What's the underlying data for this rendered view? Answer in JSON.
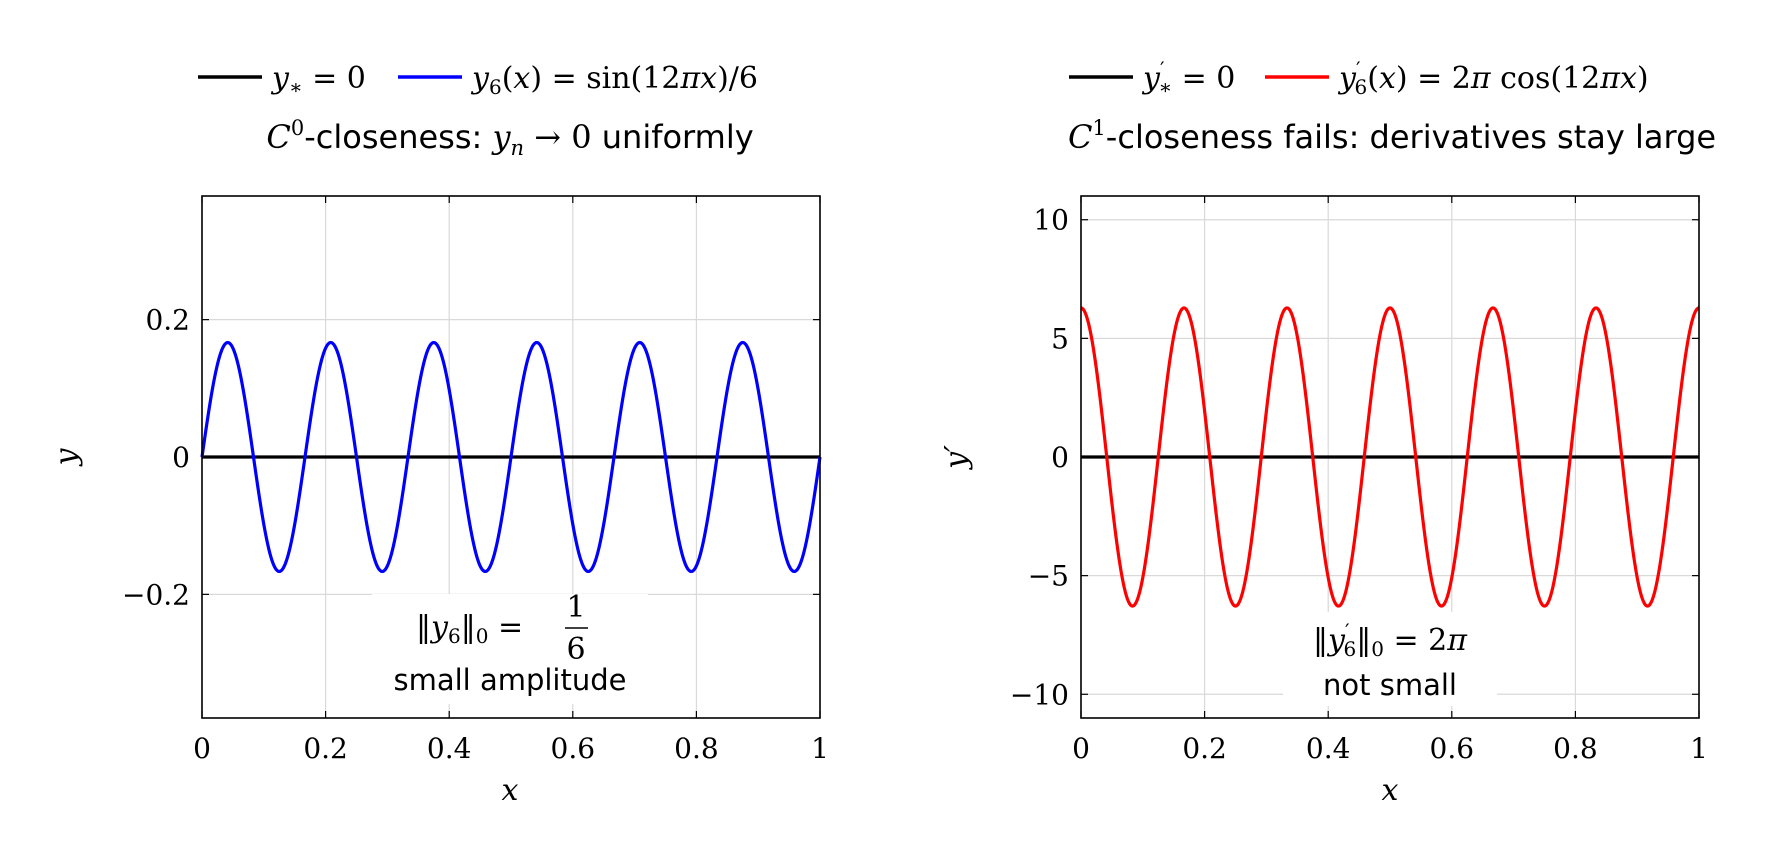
{
  "chart_data": [
    {
      "type": "line",
      "legend": {
        "placement": "above",
        "entries": [
          {
            "label": "y* = 0",
            "color": "#000000"
          },
          {
            "label": "y6(x) = sin(12πx)/6",
            "color": "#0000ff"
          }
        ]
      },
      "title": "C0-closeness: yn → 0 uniformly",
      "xlabel": "x",
      "ylabel": "y",
      "xlim": [
        0,
        1
      ],
      "ylim": [
        -0.38,
        0.38
      ],
      "xticks": [
        0,
        0.2,
        0.4,
        0.6,
        0.8,
        1
      ],
      "xtick_labels": [
        "0",
        "0.2",
        "0.4",
        "0.6",
        "0.8",
        "1"
      ],
      "yticks": [
        -0.2,
        0,
        0.2
      ],
      "ytick_labels": [
        "−0.2",
        "0",
        "0.2"
      ],
      "grid": true,
      "series": [
        {
          "label": "y* = 0",
          "color": "#000000",
          "function": "zero",
          "x": [
            0,
            1
          ],
          "y": [
            0,
            0
          ]
        },
        {
          "label": "y6(x) = sin(12πx)/6",
          "color": "#0000ff",
          "function": "sin(12πx)/6",
          "amplitude": 0.1667,
          "frequency": 6,
          "phase": "sin",
          "x": [
            0,
            0.0417,
            0.0833,
            0.125,
            0.1667,
            0.2083,
            0.25,
            0.2917,
            0.3333,
            0.375,
            0.4167,
            0.4583,
            0.5,
            0.5417,
            0.5833,
            0.625,
            0.6667,
            0.7083,
            0.75,
            0.7917,
            0.8333,
            0.875,
            0.9167,
            0.9583,
            1
          ],
          "y": [
            0,
            0.1667,
            0,
            -0.1667,
            0,
            0.1667,
            0,
            -0.1667,
            0,
            0.1667,
            0,
            -0.1667,
            0,
            0.1667,
            0,
            -0.1667,
            0,
            0.1667,
            0,
            -0.1667,
            0,
            0.1667,
            0,
            -0.1667,
            0
          ]
        }
      ],
      "annotation": {
        "math": "‖y6‖0 = 1/6",
        "numerator": "1",
        "denominator": "6",
        "lhs": "‖y6‖0 =",
        "text": "small amplitude"
      }
    },
    {
      "type": "line",
      "legend": {
        "placement": "above",
        "entries": [
          {
            "label": "y′* = 0",
            "color": "#000000"
          },
          {
            "label": "y′6(x) = 2π cos(12πx)",
            "color": "#ff0000"
          }
        ]
      },
      "title": "C1-closeness fails: derivatives stay large",
      "xlabel": "x",
      "ylabel": "y′",
      "xlim": [
        0,
        1
      ],
      "ylim": [
        -11,
        11
      ],
      "xticks": [
        0,
        0.2,
        0.4,
        0.6,
        0.8,
        1
      ],
      "xtick_labels": [
        "0",
        "0.2",
        "0.4",
        "0.6",
        "0.8",
        "1"
      ],
      "yticks": [
        -10,
        -5,
        0,
        5,
        10
      ],
      "ytick_labels": [
        "−10",
        "−5",
        "0",
        "5",
        "10"
      ],
      "grid": true,
      "series": [
        {
          "label": "y′* = 0",
          "color": "#000000",
          "function": "zero",
          "x": [
            0,
            1
          ],
          "y": [
            0,
            0
          ]
        },
        {
          "label": "y′6(x) = 2π cos(12πx)",
          "color": "#ff0000",
          "function": "2π cos(12πx)",
          "amplitude": 6.2832,
          "frequency": 6,
          "phase": "cos",
          "x": [
            0,
            0.0417,
            0.0833,
            0.125,
            0.1667,
            0.2083,
            0.25,
            0.2917,
            0.3333,
            0.375,
            0.4167,
            0.4583,
            0.5,
            0.5417,
            0.5833,
            0.625,
            0.6667,
            0.7083,
            0.75,
            0.7917,
            0.8333,
            0.875,
            0.9167,
            0.9583,
            1
          ],
          "y": [
            6.2832,
            0,
            -6.2832,
            0,
            6.2832,
            0,
            -6.2832,
            0,
            6.2832,
            0,
            -6.2832,
            0,
            6.2832,
            0,
            -6.2832,
            0,
            6.2832,
            0,
            -6.2832,
            0,
            6.2832,
            0,
            -6.2832,
            0,
            6.2832
          ]
        }
      ],
      "annotation": {
        "math": "‖y′6‖0 = 2π",
        "text": "not small"
      }
    }
  ]
}
